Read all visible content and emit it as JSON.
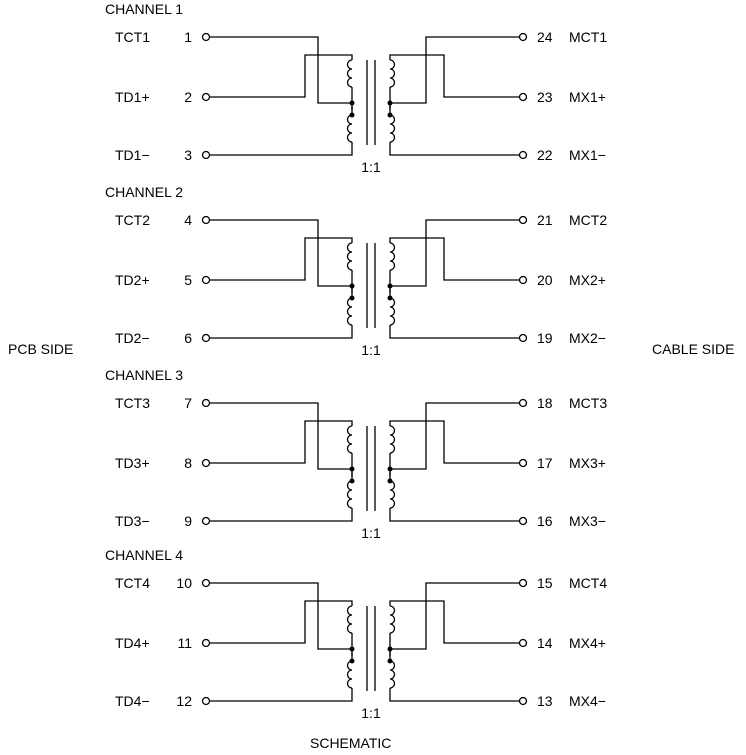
{
  "side_labels": {
    "left": "PCB SIDE",
    "right": "CABLE SIDE"
  },
  "footer": "SCHEMATIC",
  "channels": [
    {
      "title": "CHANNEL 1",
      "ratio": "1:1",
      "left_pins": [
        {
          "name": "TCT1",
          "num": "1"
        },
        {
          "name": "TD1+",
          "num": "2"
        },
        {
          "name": "TD1−",
          "num": "3"
        }
      ],
      "right_pins": [
        {
          "num": "24",
          "name": "MCT1"
        },
        {
          "num": "23",
          "name": "MX1+"
        },
        {
          "num": "22",
          "name": "MX1−"
        }
      ]
    },
    {
      "title": "CHANNEL 2",
      "ratio": "1:1",
      "left_pins": [
        {
          "name": "TCT2",
          "num": "4"
        },
        {
          "name": "TD2+",
          "num": "5"
        },
        {
          "name": "TD2−",
          "num": "6"
        }
      ],
      "right_pins": [
        {
          "num": "21",
          "name": "MCT2"
        },
        {
          "num": "20",
          "name": "MX2+"
        },
        {
          "num": "19",
          "name": "MX2−"
        }
      ]
    },
    {
      "title": "CHANNEL 3",
      "ratio": "1:1",
      "left_pins": [
        {
          "name": "TCT3",
          "num": "7"
        },
        {
          "name": "TD3+",
          "num": "8"
        },
        {
          "name": "TD3−",
          "num": "9"
        }
      ],
      "right_pins": [
        {
          "num": "18",
          "name": "MCT3"
        },
        {
          "num": "17",
          "name": "MX3+"
        },
        {
          "num": "16",
          "name": "MX3−"
        }
      ]
    },
    {
      "title": "CHANNEL 4",
      "ratio": "1:1",
      "left_pins": [
        {
          "name": "TCT4",
          "num": "10"
        },
        {
          "name": "TD4+",
          "num": "11"
        },
        {
          "name": "TD4−",
          "num": "12"
        }
      ],
      "right_pins": [
        {
          "num": "15",
          "name": "MCT4"
        },
        {
          "num": "14",
          "name": "MX4+"
        },
        {
          "num": "13",
          "name": "MX4−"
        }
      ]
    }
  ]
}
